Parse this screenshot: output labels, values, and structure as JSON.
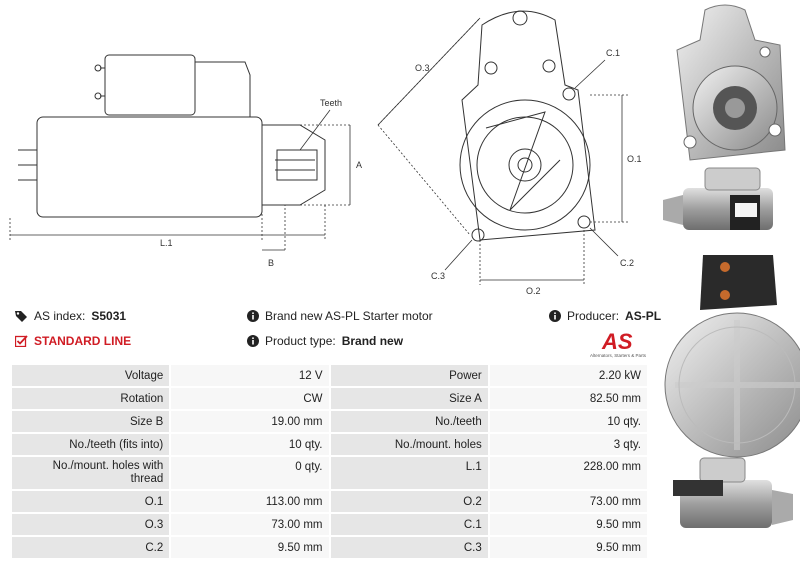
{
  "diagram": {
    "labels": {
      "teeth": "Teeth",
      "a": "A",
      "b": "B",
      "l1": "L.1",
      "o3": "O.3",
      "c1": "C.1",
      "o1": "O.1",
      "c3": "C.3",
      "c2": "C.2",
      "o2": "O.2"
    }
  },
  "info": {
    "as_index_label": "AS index:",
    "as_index_value": "S5031",
    "standard_line": "STANDARD LINE",
    "description": "Brand new AS-PL Starter motor",
    "product_type_label": "Product type:",
    "product_type_value": "Brand new",
    "producer_label": "Producer:",
    "producer_value": "AS-PL"
  },
  "logo": {
    "mark": "AS",
    "tagline": "Alternators, Starters & Parts"
  },
  "specs": [
    [
      "Voltage",
      "12 V",
      "Power",
      "2.20 kW"
    ],
    [
      "Rotation",
      "CW",
      "Size A",
      "82.50 mm"
    ],
    [
      "Size B",
      "19.00 mm",
      "No./teeth",
      "10 qty."
    ],
    [
      "No./teeth (fits into)",
      "10 qty.",
      "No./mount. holes",
      "3 qty."
    ],
    [
      "No./mount. holes with thread",
      "0 qty.",
      "L.1",
      "228.00 mm"
    ],
    [
      "O.1",
      "113.00 mm",
      "O.2",
      "73.00 mm"
    ],
    [
      "O.3",
      "73.00 mm",
      "C.1",
      "9.50 mm"
    ],
    [
      "C.2",
      "9.50 mm",
      "C.3",
      "9.50 mm"
    ]
  ],
  "colors": {
    "accent_red": "#d01c24",
    "label_bg": "#e6e6e6",
    "value_bg": "#f7f7f7"
  },
  "icons": {
    "as_index": "tag-icon",
    "standard_line": "checkbox-icon",
    "info": "info-circle-icon"
  }
}
